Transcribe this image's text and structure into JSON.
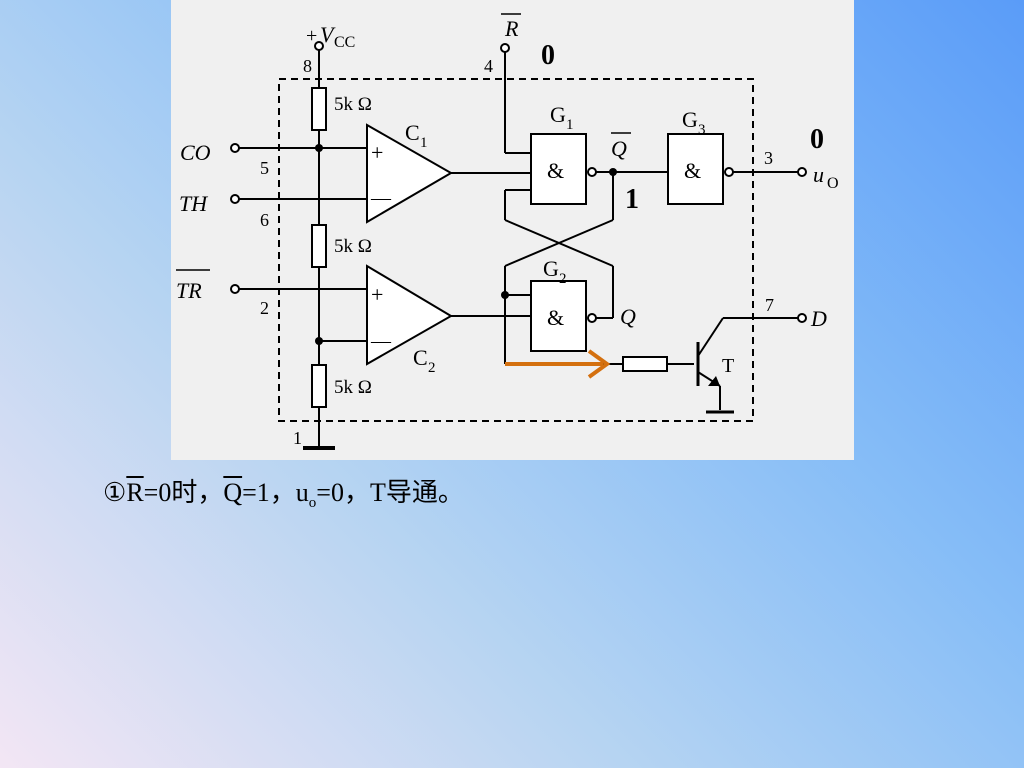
{
  "pins": {
    "vcc_plus": "+",
    "vcc_v": "V",
    "vcc_sub": "CC",
    "r_bar": "R",
    "co": "CO",
    "th": "TH",
    "tr_bar": "TR",
    "uo_main": "u",
    "uo_sub": "O",
    "d": "D",
    "num8": "8",
    "num4": "4",
    "num5": "5",
    "num6": "6",
    "num2": "2",
    "num3": "3",
    "num7": "7",
    "num1": "1"
  },
  "components": {
    "res_top": "5k Ω",
    "res_mid": "5k Ω",
    "res_bot": "5k Ω",
    "c1_main": "C",
    "c1_sub": "1",
    "c2_main": "C",
    "c2_sub": "2",
    "plus": "+",
    "minus": "—",
    "g1_main": "G",
    "g1_sub": "1",
    "g2_main": "G",
    "g2_sub": "2",
    "g3_main": "G",
    "g3_sub": "3",
    "and_symbol": "&",
    "qbar": "Q",
    "q": "Q",
    "transistor": "T"
  },
  "states": {
    "r_state": "0",
    "uo_state": "0",
    "qbar_state": "1"
  },
  "colors": {
    "state_blue": "#3333cc",
    "highlight_orange": "#d4700f"
  },
  "caption": {
    "circled": "①",
    "r": "R",
    "after_r": "=0时，",
    "q": "Q",
    "after_q": "=1，u",
    "o_sub": "o",
    "after_o": "=0，T导通。"
  }
}
